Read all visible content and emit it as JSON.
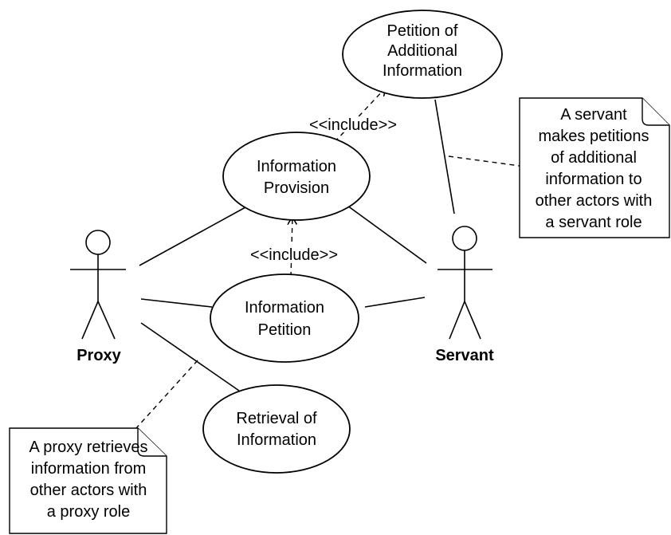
{
  "diagram": {
    "use_cases": {
      "petition_additional": [
        "Petition of",
        "Additional",
        "Information"
      ],
      "information_provision": [
        "Information",
        "Provision"
      ],
      "information_petition": [
        "Information",
        "Petition"
      ],
      "retrieval": [
        "Retrieval of",
        "Information"
      ]
    },
    "actors": {
      "proxy": "Proxy",
      "servant": "Servant"
    },
    "include_labels": {
      "provision_to_petition_additional": "<<include>>",
      "petition_to_provision": "<<include>>"
    },
    "notes": {
      "servant_note": [
        "A servant",
        "makes petitions",
        "of additional",
        "information to",
        "other actors with",
        "a servant role"
      ],
      "proxy_note": [
        "A proxy retrieves",
        "information from",
        "other actors with",
        "a proxy role"
      ]
    }
  }
}
